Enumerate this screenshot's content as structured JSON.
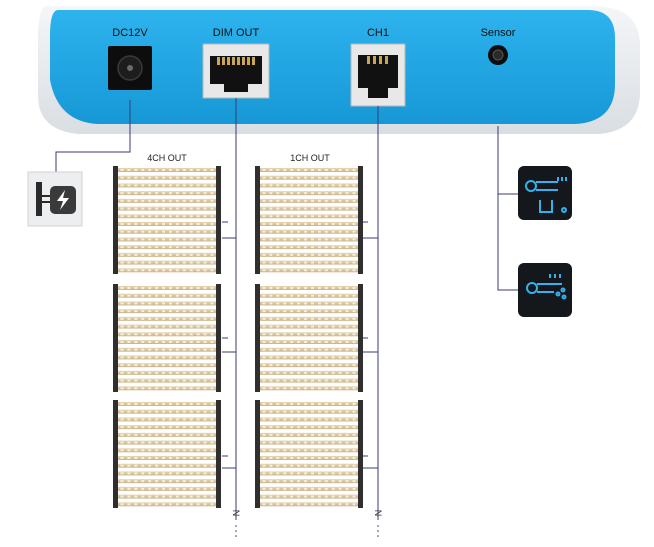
{
  "controller": {
    "ports": [
      {
        "label": "DC12V",
        "type": "dc-jack"
      },
      {
        "label": "DIM OUT",
        "type": "rj45"
      },
      {
        "label": "CH1",
        "type": "rj11"
      },
      {
        "label": "Sensor",
        "type": "audio-jack"
      }
    ],
    "body_color": "#22a9e6",
    "shell_color": "#e9edf1"
  },
  "power_adapter": {
    "icon": "plug-lightning-icon"
  },
  "light_groups": [
    {
      "label": "4CH OUT",
      "continuation": "N"
    },
    {
      "label": "1CH OUT",
      "continuation": "N"
    }
  ],
  "sensors": [
    {
      "icon": "temperature-humidity-sensor-icon"
    },
    {
      "icon": "temperature-probe-sensor-icon"
    }
  ],
  "colors": {
    "wire": "#3a3a78",
    "bar_frame": "#2f2f2f",
    "led_strip": "#d9c6a0",
    "led_dot": "#f6eedb",
    "sensor_tile": "#14171b",
    "sensor_glyph": "#34b2f0"
  }
}
